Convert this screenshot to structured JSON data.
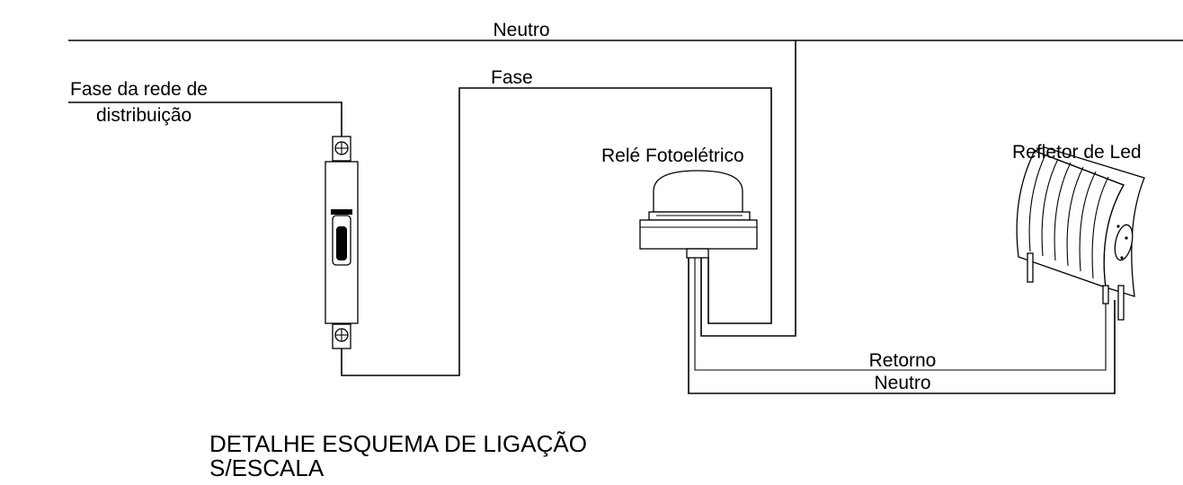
{
  "labels": {
    "neutro_top": "Neutro",
    "fase_rede_line1": "Fase da rede de",
    "fase_rede_line2": "distribuição",
    "fase": "Fase",
    "rele": "Relé Fotoelétrico",
    "refletor": "Refletor de Led",
    "retorno": "Retorno",
    "neutro_bottom": "Neutro"
  },
  "caption": {
    "title": "DETALHE ESQUEMA DE LIGAÇÃO",
    "subtitle": "S/ESCALA"
  }
}
